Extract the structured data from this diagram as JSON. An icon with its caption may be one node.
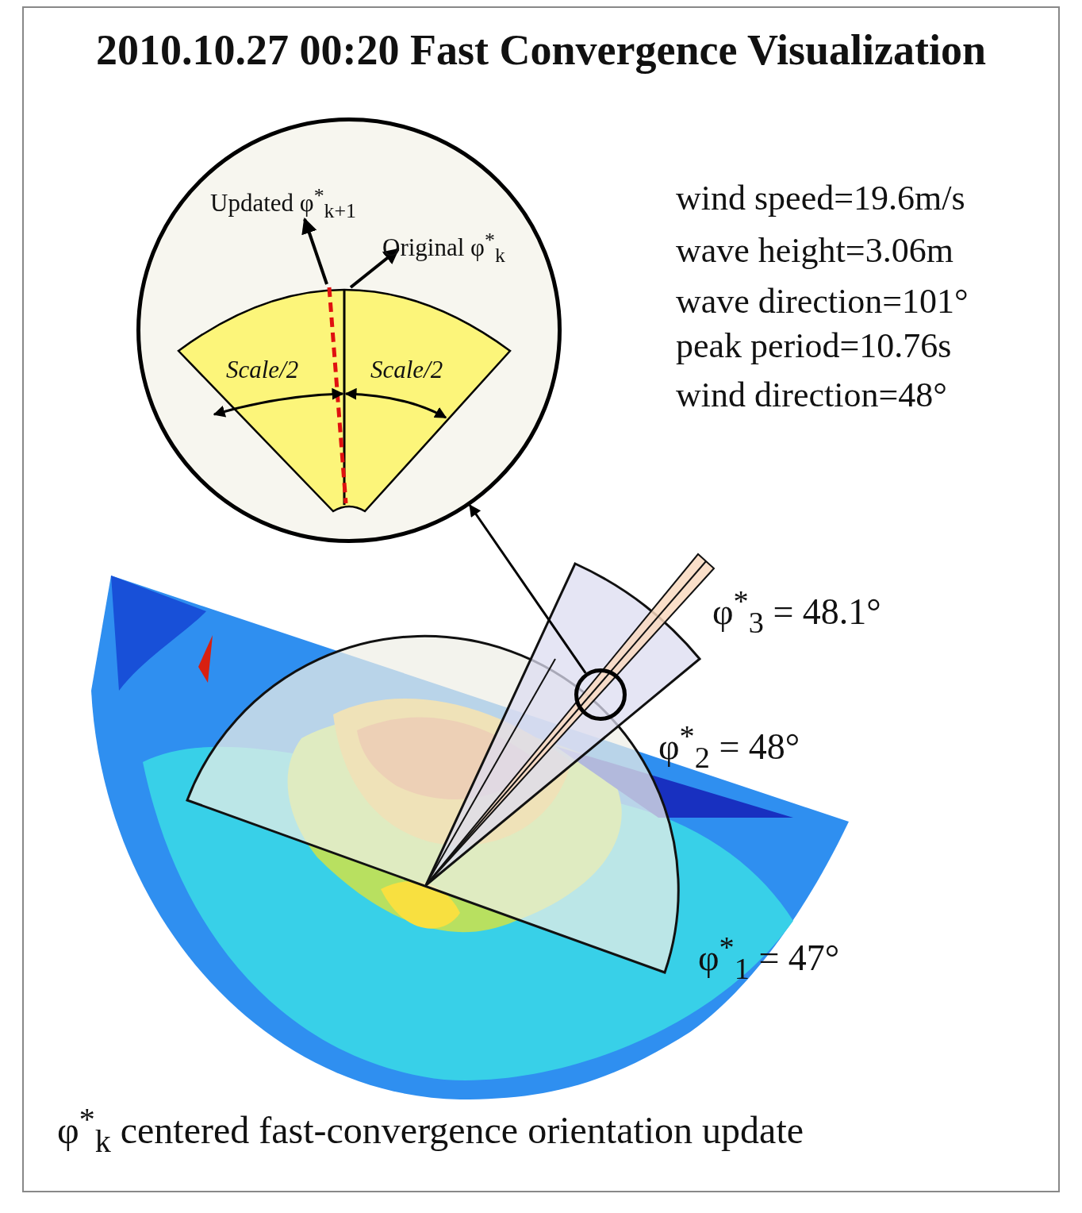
{
  "diagram": {
    "title": "2010.10.27 00:20 Fast Convergence Visualization",
    "caption": "φ$^{*}$$_{k}$ centered fast-convergence orientation update",
    "nodes": [
      {
        "text": [
          "Updated φ$^{*}$$_{k+1}$",
          "Original φ$^{*}$$_{k}$",
          "Scale/2",
          "Scale/2"
        ]
      },
      {
        "text": [],
        "shape": "circle"
      }
    ],
    "edges": [
      {
        "from": 1,
        "to": 0,
        "arrow": "to"
      }
    ],
    "labels": [
      "wind speed=19.6m/s",
      "wave height=3.06m",
      "wave direction=101°",
      "peak period=10.76s",
      "wind direction=48°",
      "φ$^{*}$$_{3}$ = 48.1°",
      "φ$^{*}$$_{2}$ = 48°",
      "φ$^{*}$$_{1}$ = 47°"
    ]
  }
}
